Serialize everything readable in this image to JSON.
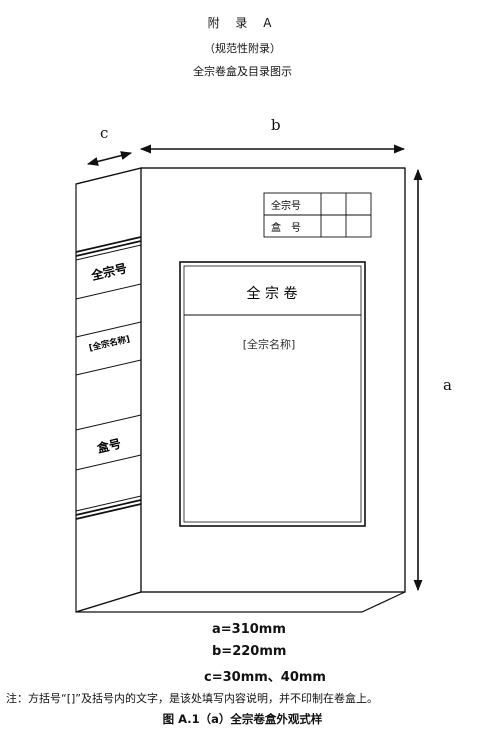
{
  "header": {
    "appendix": "附 录 A",
    "normative": "（规范性附录）",
    "subtitle": "全宗卷盒及目录图示"
  },
  "dimensions": {
    "a": "a",
    "b": "b",
    "c": "c"
  },
  "box_front": {
    "info_table": {
      "rows": [
        {
          "label": "全宗号",
          "value": ""
        },
        {
          "label": "盒　号",
          "value": ""
        }
      ]
    },
    "panel_title": "全 宗 卷",
    "panel_name_placeholder": "[全宗名称]"
  },
  "box_spine": {
    "fonds_no": "全宗号",
    "fonds_name": "[全宗名称]",
    "box_no": "盒号"
  },
  "specs": {
    "a": "a=310mm",
    "b": "b=220mm",
    "c": "c=30mm、40mm"
  },
  "note": "注：方括号“[]”及括号内的文字，是该处填写内容说明，并不印制在卷盒上。",
  "caption": "图 A.1（a）全宗卷盒外观式样"
}
